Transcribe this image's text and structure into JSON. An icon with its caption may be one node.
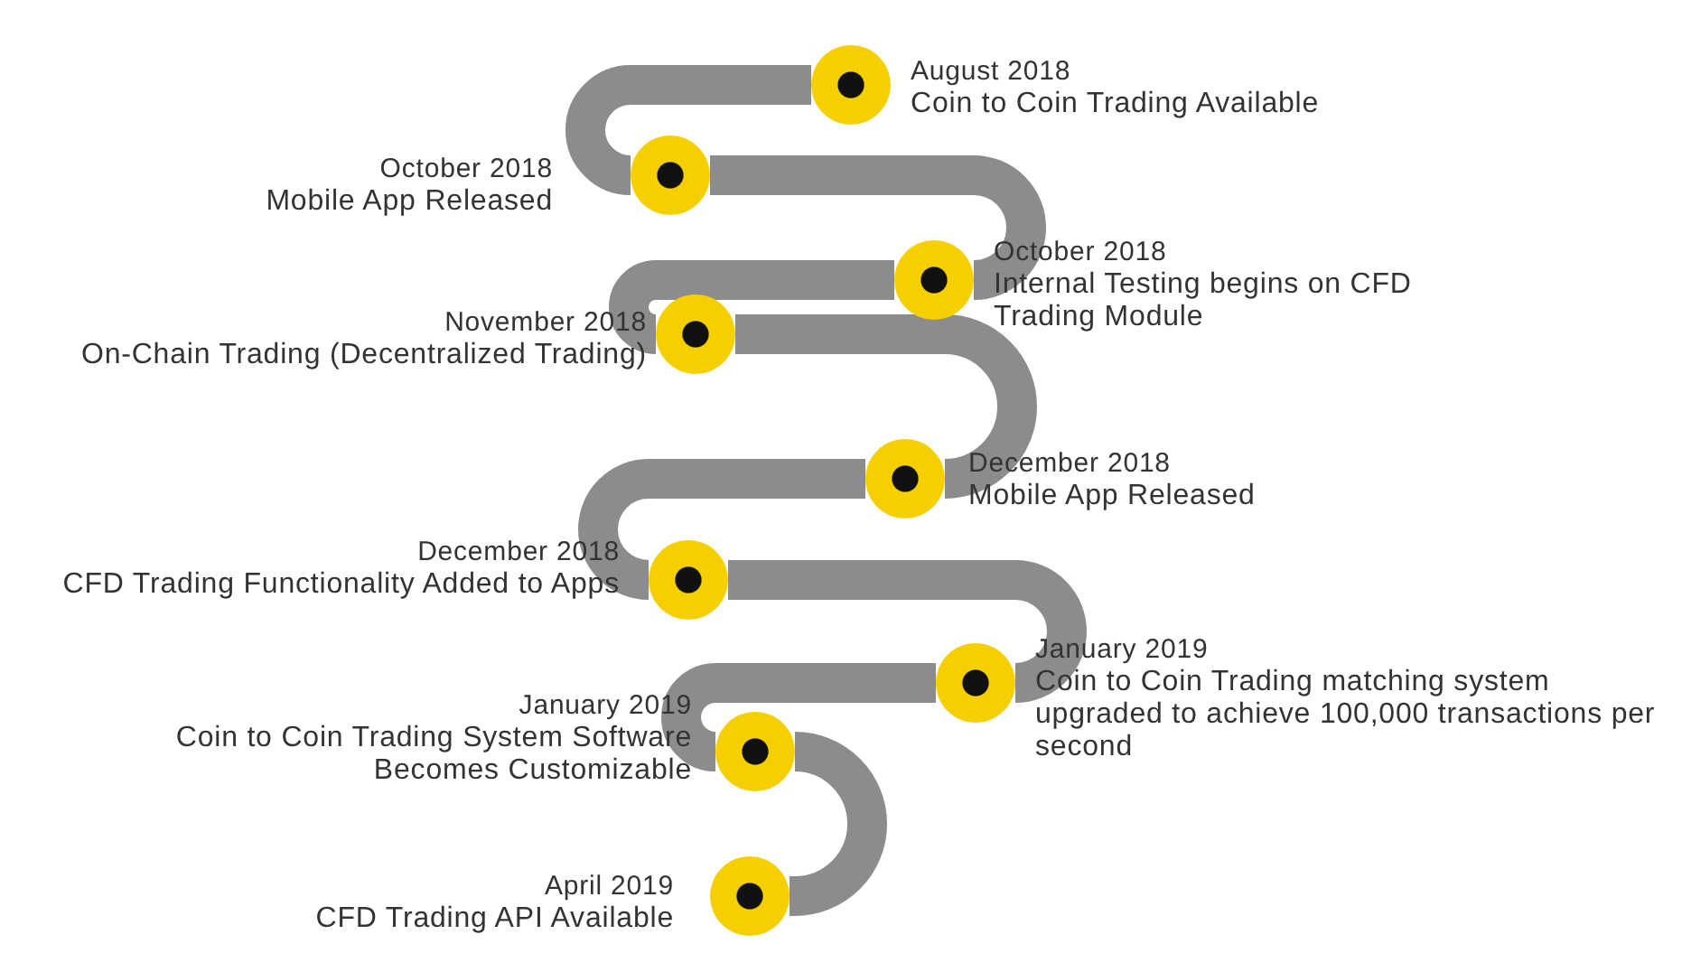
{
  "diagram": {
    "nodes": [
      {
        "text": [],
        "shape": "circle",
        "beside": [
          "August 2018",
          "Coin to Coin Trading Available"
        ]
      },
      {
        "text": [],
        "shape": "circle",
        "beside": [
          "October 2018",
          "Mobile App Released"
        ]
      },
      {
        "text": [],
        "shape": "circle",
        "beside": [
          "October 2018",
          "Internal Testing begins on CFD Trading Module"
        ]
      },
      {
        "text": [],
        "shape": "circle",
        "beside": [
          "November 2018",
          "On-Chain Trading (Decentralized Trading)"
        ]
      },
      {
        "text": [],
        "shape": "circle",
        "beside": [
          "December 2018",
          "Mobile App Released"
        ]
      },
      {
        "text": [],
        "shape": "circle",
        "beside": [
          "December 2018",
          "CFD Trading Functionality Added to Apps"
        ]
      },
      {
        "text": [],
        "shape": "circle",
        "beside": [
          "January 2019",
          "Coin to Coin Trading matching system upgraded to achieve 100,000 transactions per second"
        ]
      },
      {
        "text": [],
        "shape": "circle",
        "beside": [
          "January 2019",
          "Coin to Coin Trading System Software Becomes Customizable"
        ]
      },
      {
        "text": [],
        "shape": "circle",
        "beside": [
          "April 2019",
          "CFD Trading API Available"
        ]
      }
    ],
    "edges": [
      {
        "from": 0,
        "to": 1,
        "arrow": "none"
      },
      {
        "from": 1,
        "to": 2,
        "arrow": "none"
      },
      {
        "from": 2,
        "to": 3,
        "arrow": "none"
      },
      {
        "from": 3,
        "to": 4,
        "arrow": "none"
      },
      {
        "from": 4,
        "to": 5,
        "arrow": "none"
      },
      {
        "from": 5,
        "to": 6,
        "arrow": "none"
      },
      {
        "from": 6,
        "to": 7,
        "arrow": "none"
      },
      {
        "from": 7,
        "to": 8,
        "arrow": "none"
      }
    ]
  }
}
